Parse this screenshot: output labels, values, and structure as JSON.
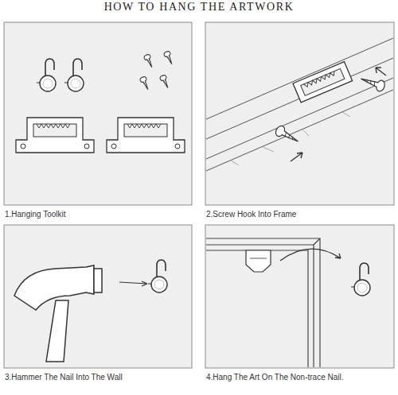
{
  "diagram": {
    "title": "HOW TO HANG THE ARTWORK",
    "labels": [
      "1.Hanging Toolkit",
      "2.Screw Hook Into Frame",
      "3.Hammer The Nail Into The Wall",
      "4.Hang The Art On The Non-trace Nail."
    ]
  }
}
